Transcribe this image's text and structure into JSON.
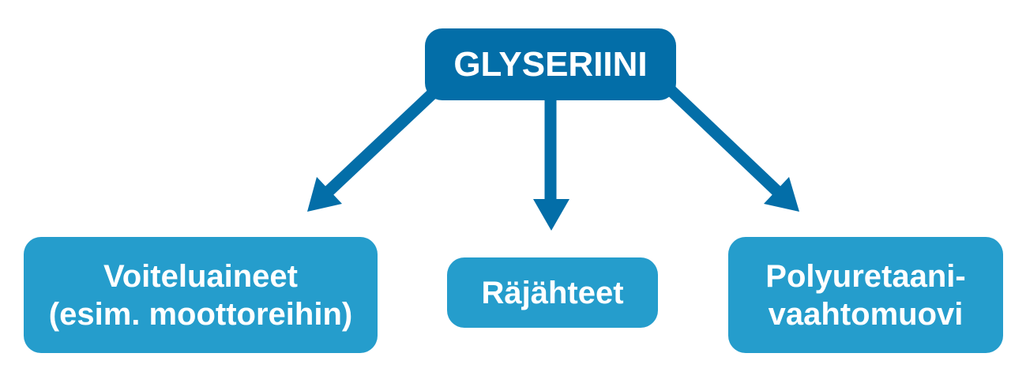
{
  "root": {
    "label": "GLYSERIINI"
  },
  "children": [
    {
      "lines": [
        "Voiteluaineet",
        "(esim. moottoreihin)"
      ]
    },
    {
      "lines": [
        "Räjähteet"
      ]
    },
    {
      "lines": [
        "Polyuretaani-",
        "vaahtomuovi"
      ]
    }
  ],
  "colors": {
    "root": "#036ea8",
    "child": "#259dcc",
    "arrow": "#036ea8"
  }
}
